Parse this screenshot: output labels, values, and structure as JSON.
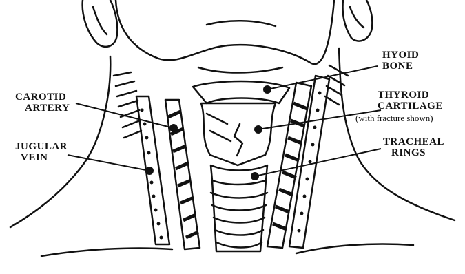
{
  "labels": {
    "carotid": [
      "CAROTID",
      "ARTERY"
    ],
    "jugular": [
      "JUGULAR",
      "VEIN"
    ],
    "hyoid": [
      "HYOID",
      "BONE"
    ],
    "thyroid": [
      "THYROID",
      "CARTILAGE"
    ],
    "thyroid_note": "(with fracture shown)",
    "tracheal": [
      "TRACHEAL",
      "RINGS"
    ]
  },
  "icons": {
    "illustration": "neck-anatomy-line-drawing"
  }
}
